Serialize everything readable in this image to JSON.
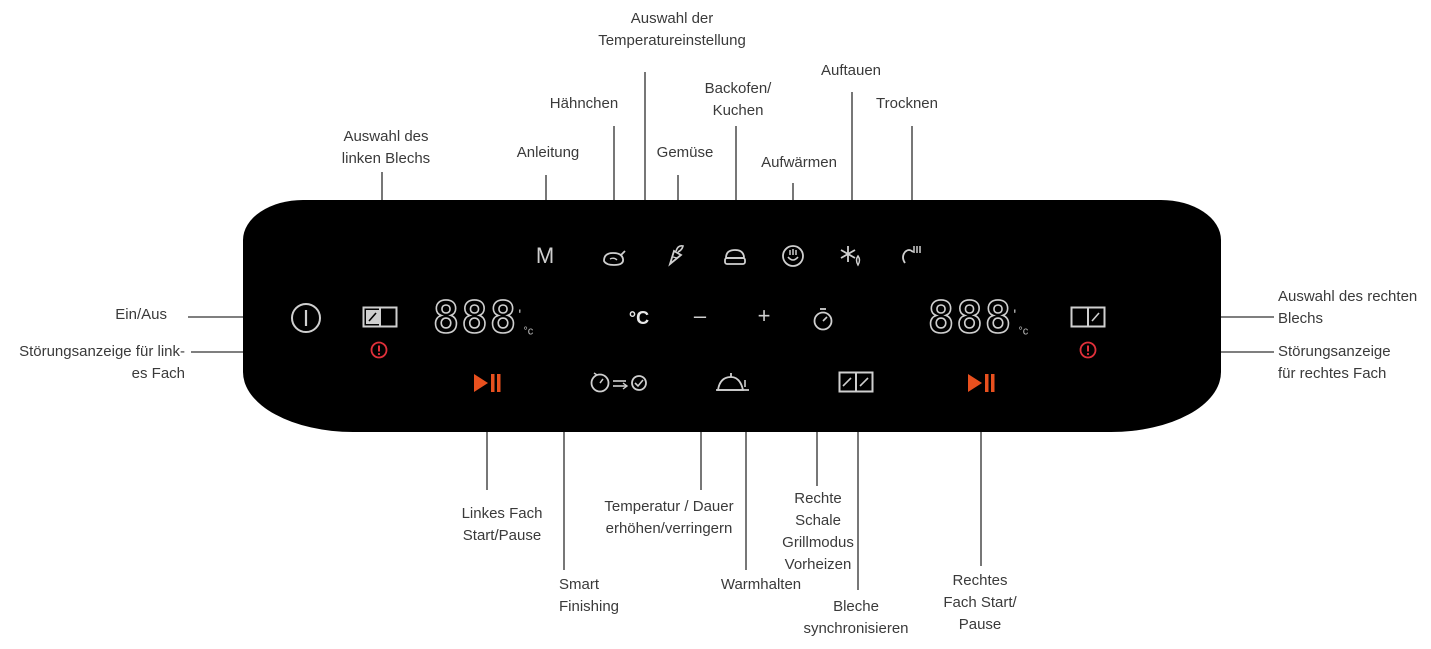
{
  "panel": {
    "display_left": "888",
    "display_right": "888",
    "display_unit": "°c",
    "icon_temp_select": "°C",
    "icon_minus": "–",
    "icon_plus": "+",
    "icon_manual": "M",
    "colors": {
      "panel": "#000000",
      "accent": "#e8501e",
      "error": "#e0303a",
      "icon": "#c8c8c8"
    }
  },
  "labels": {
    "temp_select": [
      "Auswahl der",
      "Temperatureinstellung"
    ],
    "chicken": "Hähnchen",
    "baking": [
      "Backofen/",
      "Kuchen"
    ],
    "defrost": "Auftauen",
    "drying": "Trocknen",
    "left_tray_select": [
      "Auswahl des",
      "linken Blechs"
    ],
    "manual": "Anleitung",
    "vegetables": "Gemüse",
    "reheat": "Aufwärmen",
    "power": "Ein/Aus",
    "left_error": [
      "Störungsanzeige für link-",
      "es Fach"
    ],
    "right_tray_select": [
      "Auswahl des rechten",
      "Blechs"
    ],
    "right_error": [
      "Störungsanzeige",
      "für rechtes Fach"
    ],
    "left_start": [
      "Linkes Fach",
      "Start/Pause"
    ],
    "smart_finishing": [
      "Smart",
      "Finishing"
    ],
    "temp_time": [
      "Temperatur / Dauer",
      "erhöhen/verringern"
    ],
    "keep_warm": "Warmhalten",
    "right_preheat": [
      "Rechte",
      "Schale",
      "Grillmodus",
      "Vorheizen"
    ],
    "sync": [
      "Bleche",
      "synchronisieren"
    ],
    "right_start": [
      "Rechtes",
      "Fach Start/",
      "Pause"
    ]
  }
}
